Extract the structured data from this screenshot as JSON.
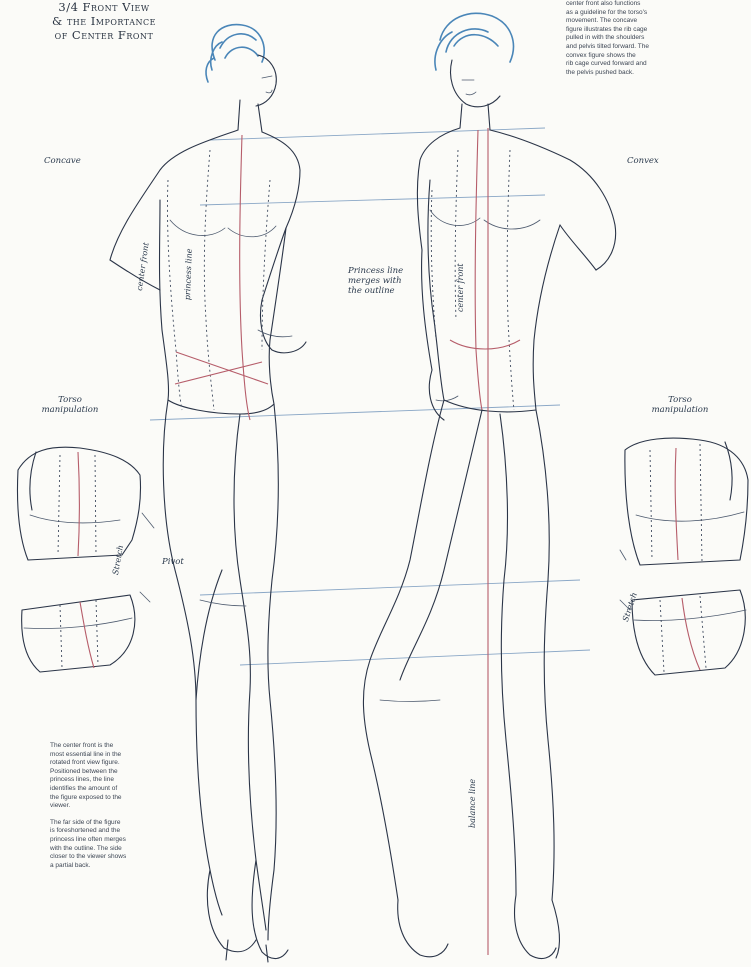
{
  "title": {
    "lines": [
      "3/4 Front View",
      "& the Importance",
      "of Center Front"
    ]
  },
  "top_right_note": {
    "lines": [
      "center front also functions",
      "as a guideline for the torso's",
      "movement. The concave",
      "figure illustrates the rib cage",
      "pulled in with the shoulders",
      "and pelvis tilted forward. The",
      "convex figure shows the",
      "rib cage curved forward and",
      "the pelvis pushed back."
    ]
  },
  "labels": {
    "concave": "Concave",
    "convex": "Convex",
    "princess_line_note": [
      "Princess line",
      "merges with",
      "the outline"
    ],
    "torso_manipulation_left": [
      "Torso",
      "manipulation"
    ],
    "torso_manipulation_right": [
      "Torso",
      "manipulation"
    ],
    "center_front_left": "center front",
    "princess_line_left": "princess line",
    "center_front_right": "center front",
    "pivot": "Pivot",
    "stretch_left": "Stretch",
    "stretch_right": "Stretch",
    "balance_line": "balance line"
  },
  "bottom_left_note": {
    "paragraph_1": [
      "The center front is the",
      "most essential line in the",
      "rotated front view figure.",
      "Positioned between the",
      "princess lines, the line",
      "identifies the amount of",
      "the figure exposed to the",
      "viewer."
    ],
    "paragraph_2": [
      "The far side of the figure",
      "is foreshortened and the",
      "princess line often merges",
      "with the outline. The side",
      "closer to the viewer shows",
      "a partial back."
    ]
  },
  "colors": {
    "ink": "#26324a",
    "pencil": "#5a6577",
    "hair": "#4a86b8",
    "guide_red": "#b65d6a",
    "guide_blue": "#7fa2c4",
    "paper": "#fbfbf8"
  }
}
